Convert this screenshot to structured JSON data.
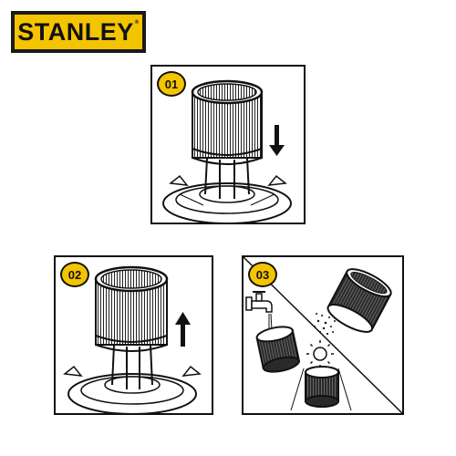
{
  "brand": {
    "logo_text": "STANLEY",
    "logo_mark": "®"
  },
  "steps": [
    {
      "number": "01",
      "action": "insert-filter",
      "arrow": "down"
    },
    {
      "number": "02",
      "action": "remove-filter",
      "arrow": "up"
    },
    {
      "number": "03",
      "action": "clean-filter"
    }
  ],
  "colors": {
    "accent": "#f5c400",
    "ink": "#111111",
    "background": "#ffffff"
  }
}
